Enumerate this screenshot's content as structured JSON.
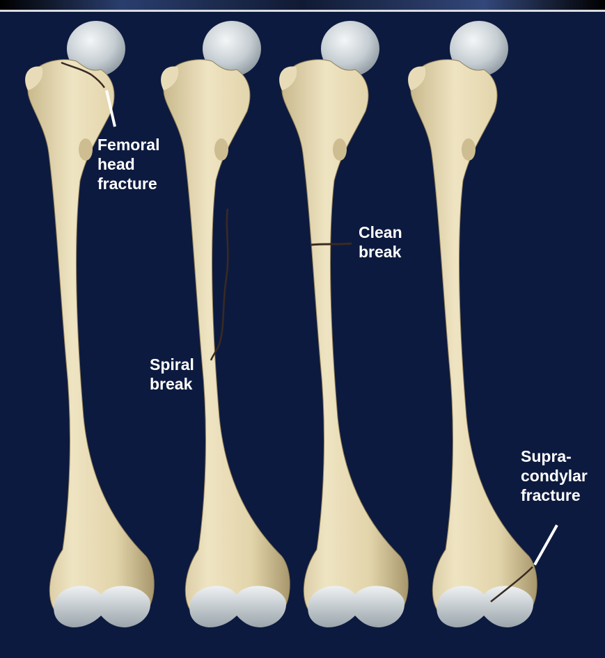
{
  "labels": {
    "femoral_head": "Femoral\nhead\nfracture",
    "clean_break": "Clean\nbreak",
    "spiral_break": "Spiral\nbreak",
    "supracondylar": "Supra-\ncondylar\nfracture"
  },
  "colors": {
    "background": "#0d1a3f",
    "bone": "#e6d9b4",
    "bone_shadow": "#b7a67c",
    "cartilage": "#c9d1d6",
    "fracture_line": "#3a2a22",
    "label_text": "#ffffff"
  }
}
